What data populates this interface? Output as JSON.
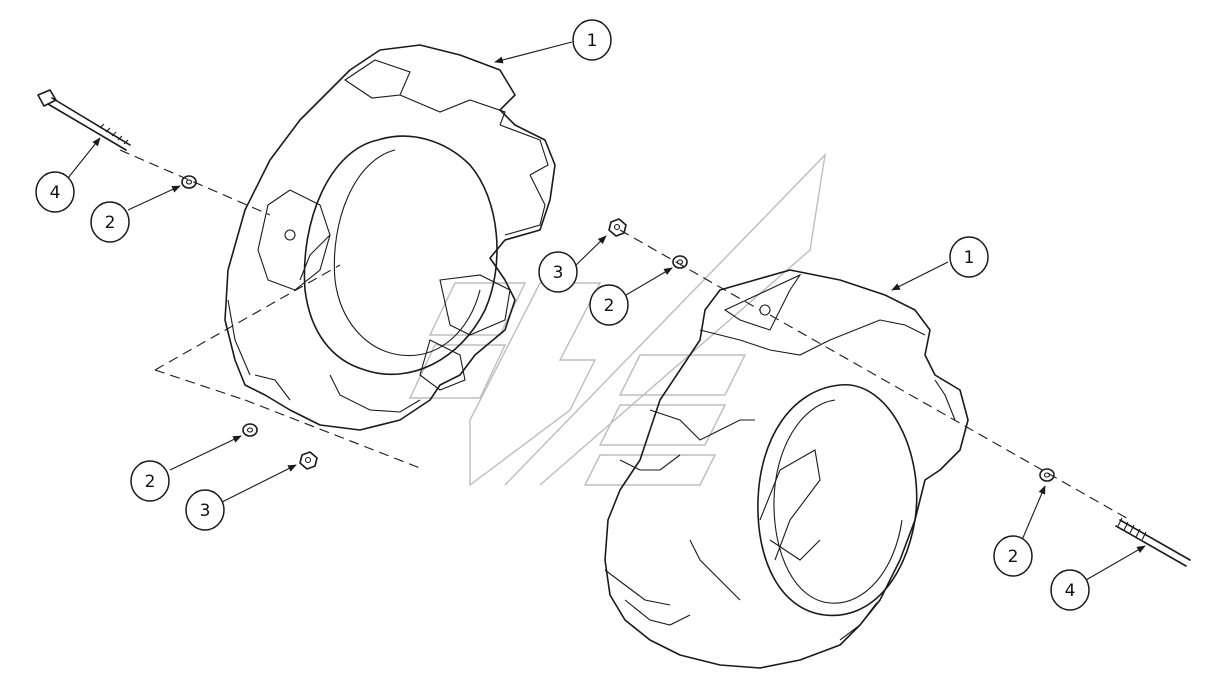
{
  "callouts": [
    {
      "label": "1"
    },
    {
      "label": "4"
    },
    {
      "label": "2"
    },
    {
      "label": "3"
    },
    {
      "label": "2"
    },
    {
      "label": "1"
    },
    {
      "label": "2"
    },
    {
      "label": "3"
    },
    {
      "label": "2"
    },
    {
      "label": "4"
    }
  ],
  "parts": {
    "weight_left": "wheel-weight",
    "weight_right": "wheel-weight",
    "bolt": "bolt",
    "washer": "washer",
    "nut": "nut"
  },
  "colors": {
    "line": "#1a1a1a",
    "watermark": "#bdbdbd",
    "background": "#ffffff"
  }
}
